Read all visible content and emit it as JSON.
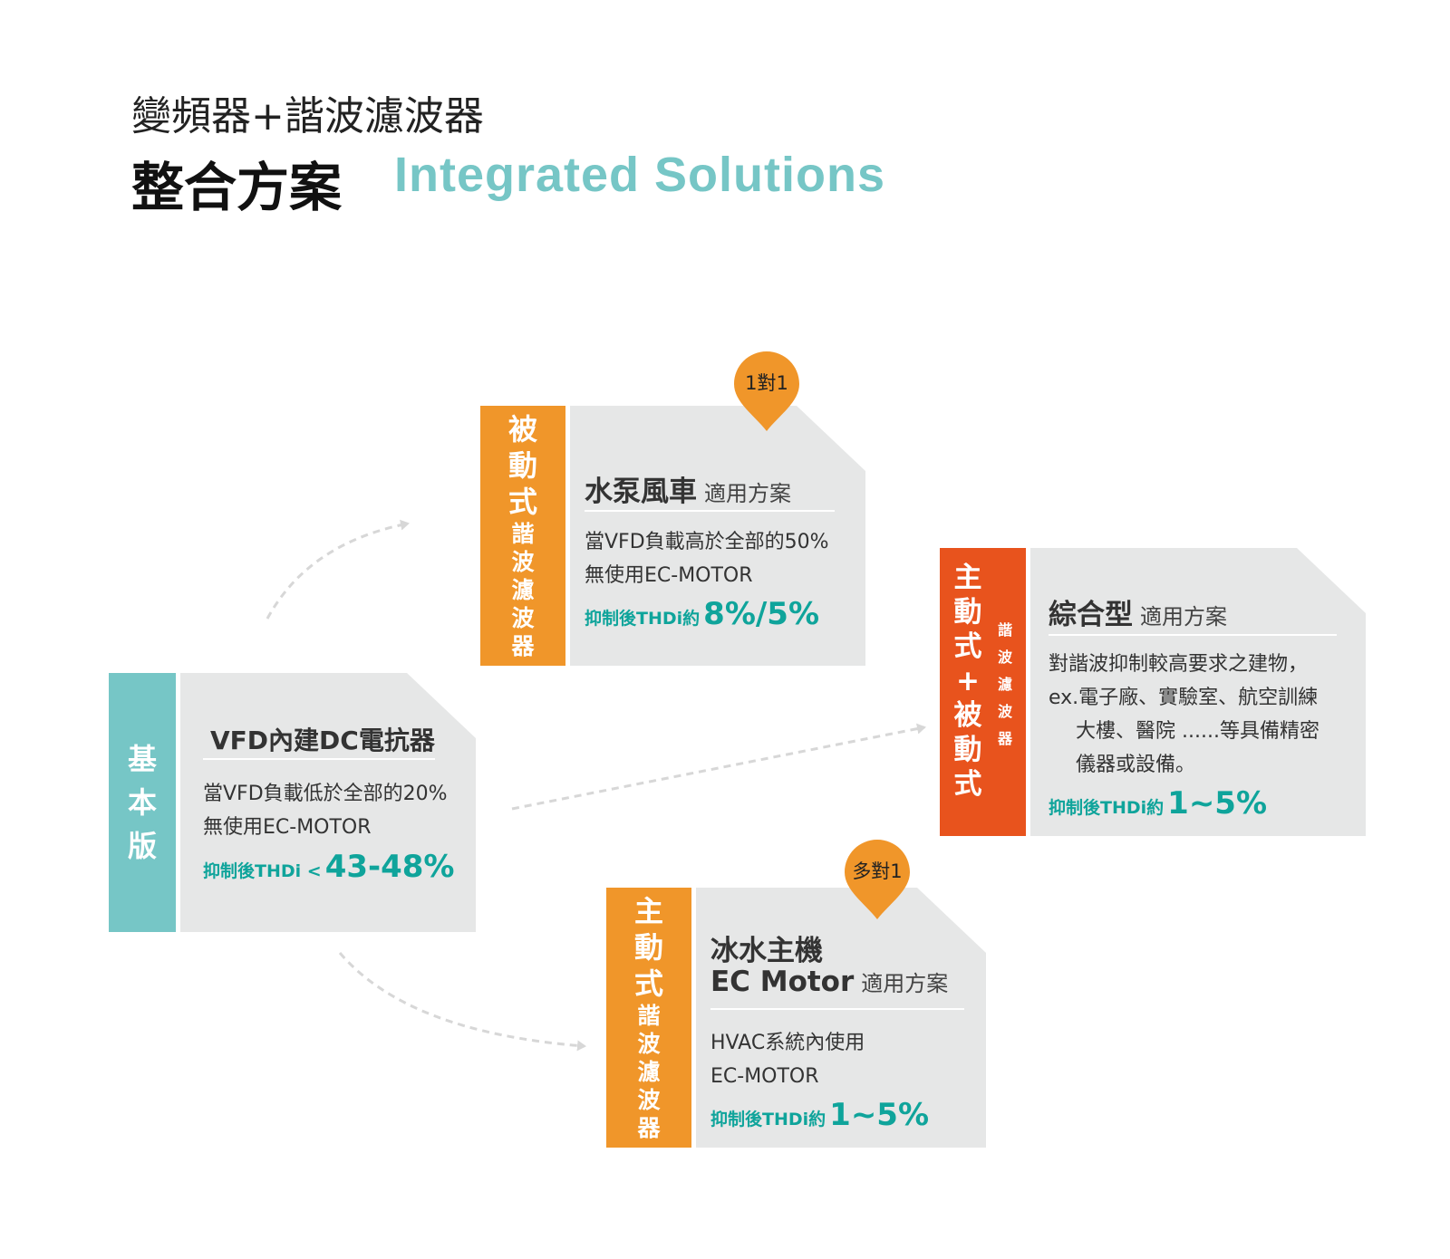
{
  "header": {
    "line1": "變頻器+諧波濾波器",
    "line2": "整合方案",
    "line2_en": "Integrated  Solutions"
  },
  "colors": {
    "teal": "#76c6c6",
    "orange": "#f0962a",
    "red_orange": "#e8531d",
    "card_bg": "#e6e7e7",
    "thdi_text": "#0fa49b",
    "arrow": "#d7d7d7"
  },
  "cards": {
    "basic": {
      "bar_chars": [
        "基",
        "本",
        "版"
      ],
      "title": "VFD內建DC電抗器",
      "desc": [
        "當VFD負載低於全部的20%",
        "無使用EC-MOTOR"
      ],
      "thdi_label": "抑制後THDi <",
      "thdi_value": "43-48%"
    },
    "passive": {
      "bar_big": [
        "被",
        "動",
        "式"
      ],
      "bar_small": [
        "諧",
        "波",
        "濾",
        "波",
        "器"
      ],
      "pin": "1對1",
      "title": "水泵風車",
      "title_sub": "適用方案",
      "desc": [
        "當VFD負載高於全部的50%",
        "無使用EC-MOTOR"
      ],
      "thdi_label": "抑制後THDi約",
      "thdi_value": "8%/5%"
    },
    "combined": {
      "bar_big": [
        "主",
        "動",
        "式",
        "+",
        "被",
        "動",
        "式"
      ],
      "bar_small": [
        "諧",
        "波",
        "濾",
        "波",
        "器"
      ],
      "title": "綜合型",
      "title_sub": "適用方案",
      "desc": [
        "對諧波抑制較高要求之建物，",
        "ex.電子廠、實驗室、航空訓練",
        "大樓、醫院 ......等具備精密",
        "儀器或設備。"
      ],
      "thdi_label": "抑制後THDi約",
      "thdi_value": "1~5%"
    },
    "active": {
      "bar_big": [
        "主",
        "動",
        "式"
      ],
      "bar_small": [
        "諧",
        "波",
        "濾",
        "波",
        "器"
      ],
      "pin": "多對1",
      "title_line1": "冰水主機",
      "title_line2": "EC Motor",
      "title_sub": "適用方案",
      "desc": [
        "HVAC系統內使用",
        "EC-MOTOR"
      ],
      "thdi_label": "抑制後THDi約",
      "thdi_value": "1~5%"
    }
  }
}
